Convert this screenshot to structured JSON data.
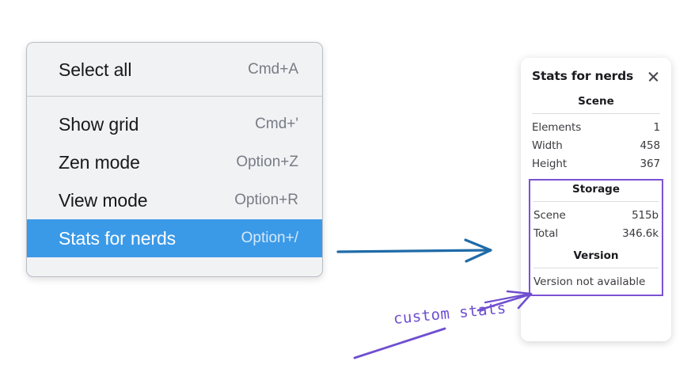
{
  "context_menu": {
    "name": "canvas-context-menu",
    "groups": [
      {
        "items": [
          {
            "label": "Select all",
            "shortcut": "Cmd+A",
            "selected": false
          }
        ]
      },
      {
        "items": [
          {
            "label": "Show grid",
            "shortcut": "Cmd+'",
            "selected": false
          },
          {
            "label": "Zen mode",
            "shortcut": "Option+Z",
            "selected": false
          },
          {
            "label": "View mode",
            "shortcut": "Option+R",
            "selected": false
          },
          {
            "label": "Stats for nerds",
            "shortcut": "Option+/",
            "selected": true
          }
        ]
      }
    ],
    "highlight_color": "#3b9ae8"
  },
  "stats_panel": {
    "title": "Stats for nerds",
    "close_icon": "close-icon",
    "sections": [
      {
        "heading": "Scene",
        "rows": [
          {
            "key": "Elements",
            "value": "1"
          },
          {
            "key": "Width",
            "value": "458"
          },
          {
            "key": "Height",
            "value": "367"
          }
        ]
      },
      {
        "heading": "Storage",
        "highlighted": true,
        "rows": [
          {
            "key": "Scene",
            "value": "515b"
          },
          {
            "key": "Total",
            "value": "346.6k"
          }
        ]
      },
      {
        "heading": "Version",
        "highlighted": true,
        "note": "Version not available"
      }
    ],
    "highlight_color": "#7b52d4"
  },
  "annotations": {
    "handwritten_label": "custom stats",
    "flow_arrow_color": "#1f6ba8",
    "callout_color": "#6f4ed0"
  }
}
